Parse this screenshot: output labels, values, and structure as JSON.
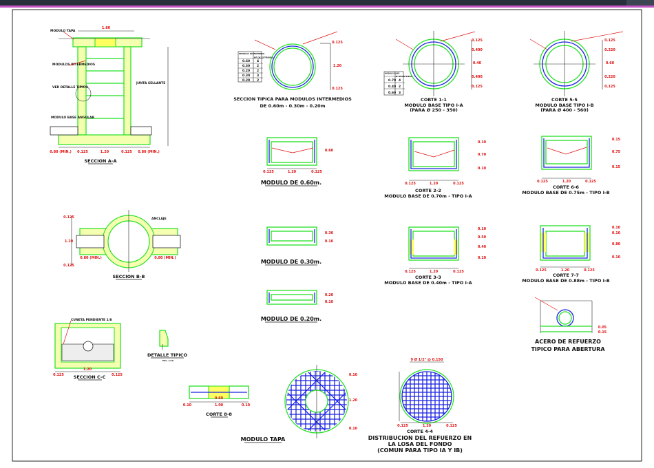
{
  "colors": {
    "concrete": "#22e022",
    "rebar": "#1a22e0",
    "dimension": "#e01010",
    "frame": "#c456c4"
  },
  "drawings": {
    "seccion_aa": {
      "title": "SECCION A-A",
      "top_dim": "1.60",
      "labels": [
        "MODULO TAPA",
        "MODULOS INTERMEDIOS",
        "VER DETALLE TIPICO",
        "JUNTA SELLANTE",
        "MODULO BASE ANGULAR"
      ],
      "dims": [
        "1.20",
        "0.80 (MIN.)",
        "0.80 (MIN.)",
        "0.125",
        "0.125"
      ]
    },
    "seccion_tipica": {
      "title1": "SECCION TIPICA PARA MODULOS INTERMEDIOS",
      "title2": "DE 0.60m - 0.30m - 0.20m",
      "dims": [
        "0.125",
        "1.20",
        "0.125"
      ],
      "table": {
        "headers": [
          "MODULO INTERMEDIO",
          "Nº DE ESTRIBOS"
        ],
        "rows": [
          [
            "0.60",
            "4"
          ],
          [
            "0.30",
            "2"
          ],
          [
            "0.20",
            "2"
          ],
          [
            "0.30",
            "3"
          ],
          [
            "0.20",
            "2"
          ]
        ]
      }
    },
    "corte_11": {
      "title": "CORTE 1-1",
      "sub1": "MODULO BASE TIPO I-A",
      "sub2": "(PARA Ø 250 - 350)",
      "dims": [
        "0.125",
        "0.400",
        "0.40",
        "0.400",
        "0.125"
      ],
      "table": {
        "headers": [
          "MODULO BASE",
          "Nº DE ESTRIBOS"
        ],
        "rows": [
          [
            "0.70",
            "4"
          ],
          [
            "0.40",
            "2"
          ],
          [
            "0.60",
            "3"
          ]
        ]
      }
    },
    "corte_55": {
      "title": "CORTE 5-5",
      "sub1": "MODULO BASE TIPO I-B",
      "sub2": "(PARA Ø 400 - 560)",
      "dims": [
        "0.125",
        "0.220",
        "0.60",
        "0.220",
        "0.125"
      ]
    },
    "modulo_060": {
      "title": "MODULO DE 0.60m.",
      "dims": [
        "0.60",
        "1.20",
        "0.125",
        "0.125"
      ]
    },
    "corte_22": {
      "title": "CORTE 2-2",
      "sub": "MODULO BASE DE 0.70m - TIPO I-A",
      "dims": [
        "0.10",
        "0.70",
        "0.10",
        "1.20",
        "0.125",
        "0.125"
      ]
    },
    "corte_66": {
      "title": "CORTE 6-6",
      "sub": "MODULO BASE DE 0.75m - TIPO I-B",
      "dims": [
        "0.15",
        "0.75",
        "0.15",
        "1.20",
        "0.125",
        "0.125"
      ]
    },
    "seccion_bb": {
      "title": "SECCION B-B",
      "labels": [
        "ANCLAJE"
      ],
      "dims": [
        "1.20",
        "0.80 (MIN.)",
        "0.80 (MIN.)",
        "0.125",
        "0.125"
      ]
    },
    "modulo_030": {
      "title": "MODULO DE 0.30m.",
      "dims": [
        "0.30",
        "0.10"
      ]
    },
    "corte_33": {
      "title": "CORTE 3-3",
      "sub": "MODULO BASE DE 0.40m - TIPO I-A",
      "dims": [
        "0.10",
        "0.50",
        "0.40",
        "0.10",
        "1.20",
        "0.125",
        "0.125"
      ]
    },
    "corte_77": {
      "title": "CORTE 7-7",
      "sub": "MODULO BASE DE 0.88m - TIPO I-B",
      "dims": [
        "0.10",
        "0.10",
        "0.80",
        "0.10",
        "1.20",
        "0.125",
        "0.125"
      ]
    },
    "modulo_020": {
      "title": "MODULO DE 0.20m.",
      "dims": [
        "0.20",
        "0.10"
      ]
    },
    "acero_abertura": {
      "title1": "ACERO DE REFUERZO",
      "title2": "TIPICO PARA ABERTURA",
      "dims": [
        "0.05",
        "0.15"
      ]
    },
    "seccion_cc": {
      "title": "SECCION C-C",
      "labels": [
        "CUNETA PENDIENTE 1/8"
      ],
      "dims": [
        "1.20",
        "0.125",
        "0.125"
      ]
    },
    "detalle_tipico": {
      "title": "DETALLE TIPICO",
      "scale": "ESC. 1/10"
    },
    "corte_88": {
      "title": "CORTE 8-8",
      "dims": [
        "0.10",
        "1.00",
        "0.10",
        "0.60"
      ]
    },
    "modulo_tapa": {
      "title": "MODULO TAPA",
      "dims": [
        "0.10",
        "1.20",
        "0.10"
      ]
    },
    "corte_44": {
      "title": "CORTE 4-4",
      "top_dim": "9 Ø 1/2\" @ 0.150",
      "sub1": "DISTRIBUCION DEL REFUERZO EN",
      "sub2": "LA LOSA DEL FONDO",
      "sub3": "(COMUN PARA TIPO IA Y IB)",
      "dims": [
        "0.125",
        "1.20",
        "0.125"
      ]
    }
  }
}
